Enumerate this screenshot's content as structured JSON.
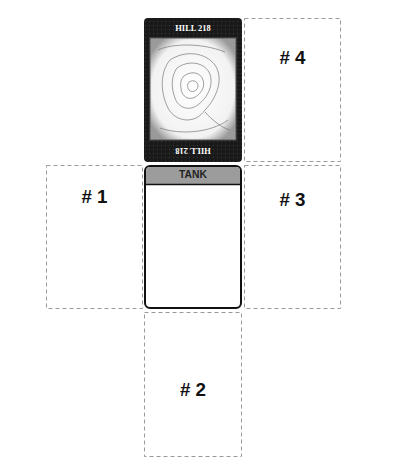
{
  "diagram": {
    "nodes": [
      {
        "text": [
          "HILL 218",
          "HILL 218"
        ]
      },
      {
        "text": [
          "# 4"
        ]
      },
      {
        "text": [
          "# 1"
        ]
      },
      {
        "text": [
          "TANK"
        ]
      },
      {
        "text": [
          "# 3"
        ]
      },
      {
        "text": [
          "# 2"
        ]
      }
    ]
  }
}
